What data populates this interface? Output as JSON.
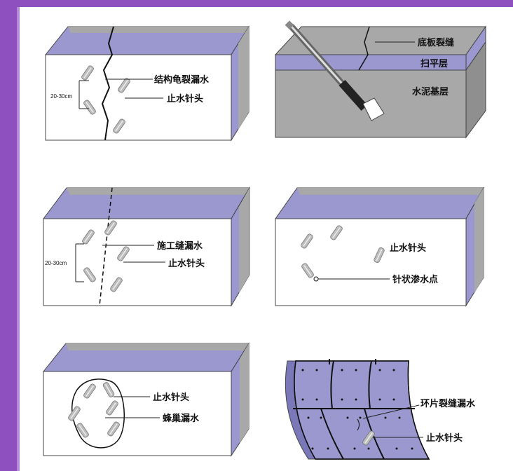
{
  "colors": {
    "frame": "#8e4fbf",
    "purple": "#9a98cf",
    "purple_dark": "#7a78b8",
    "gray": "#a8a8a8",
    "gray_dark": "#8f8f8f",
    "white": "#ffffff",
    "needle": "#b9b9b9"
  },
  "panels": {
    "p1": {
      "label_crack": "结构龟裂漏水",
      "label_needle": "止水针头",
      "dimension": "20-30cm"
    },
    "p2": {
      "label_crack": "底板裂缝",
      "label_level": "扫平层",
      "label_base": "水泥基层"
    },
    "p3": {
      "label_joint": "施工缝漏水",
      "label_needle": "止水针头",
      "dimension": "20-30cm"
    },
    "p4": {
      "label_needle": "止水针头",
      "label_point": "针状渗水点"
    },
    "p5": {
      "label_needle": "止水针头",
      "label_honeycomb": "蜂巢漏水"
    },
    "p6": {
      "label_ring": "环片裂缝漏水",
      "label_needle": "止水针头"
    }
  }
}
